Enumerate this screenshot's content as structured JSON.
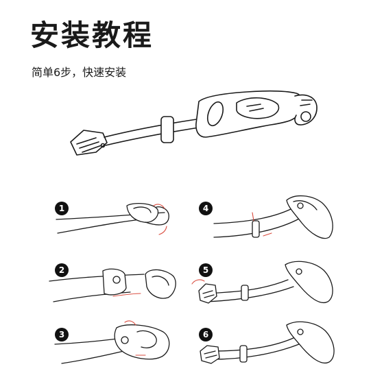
{
  "header": {
    "title": "安装教程",
    "subtitle": "简单6步，快速安装"
  },
  "steps": [
    {
      "number": "1"
    },
    {
      "number": "2"
    },
    {
      "number": "3"
    },
    {
      "number": "4"
    },
    {
      "number": "5"
    },
    {
      "number": "6"
    }
  ],
  "colors": {
    "line": "#1a1a1a",
    "arrow": "#d94a3d",
    "badge": "#111111"
  }
}
